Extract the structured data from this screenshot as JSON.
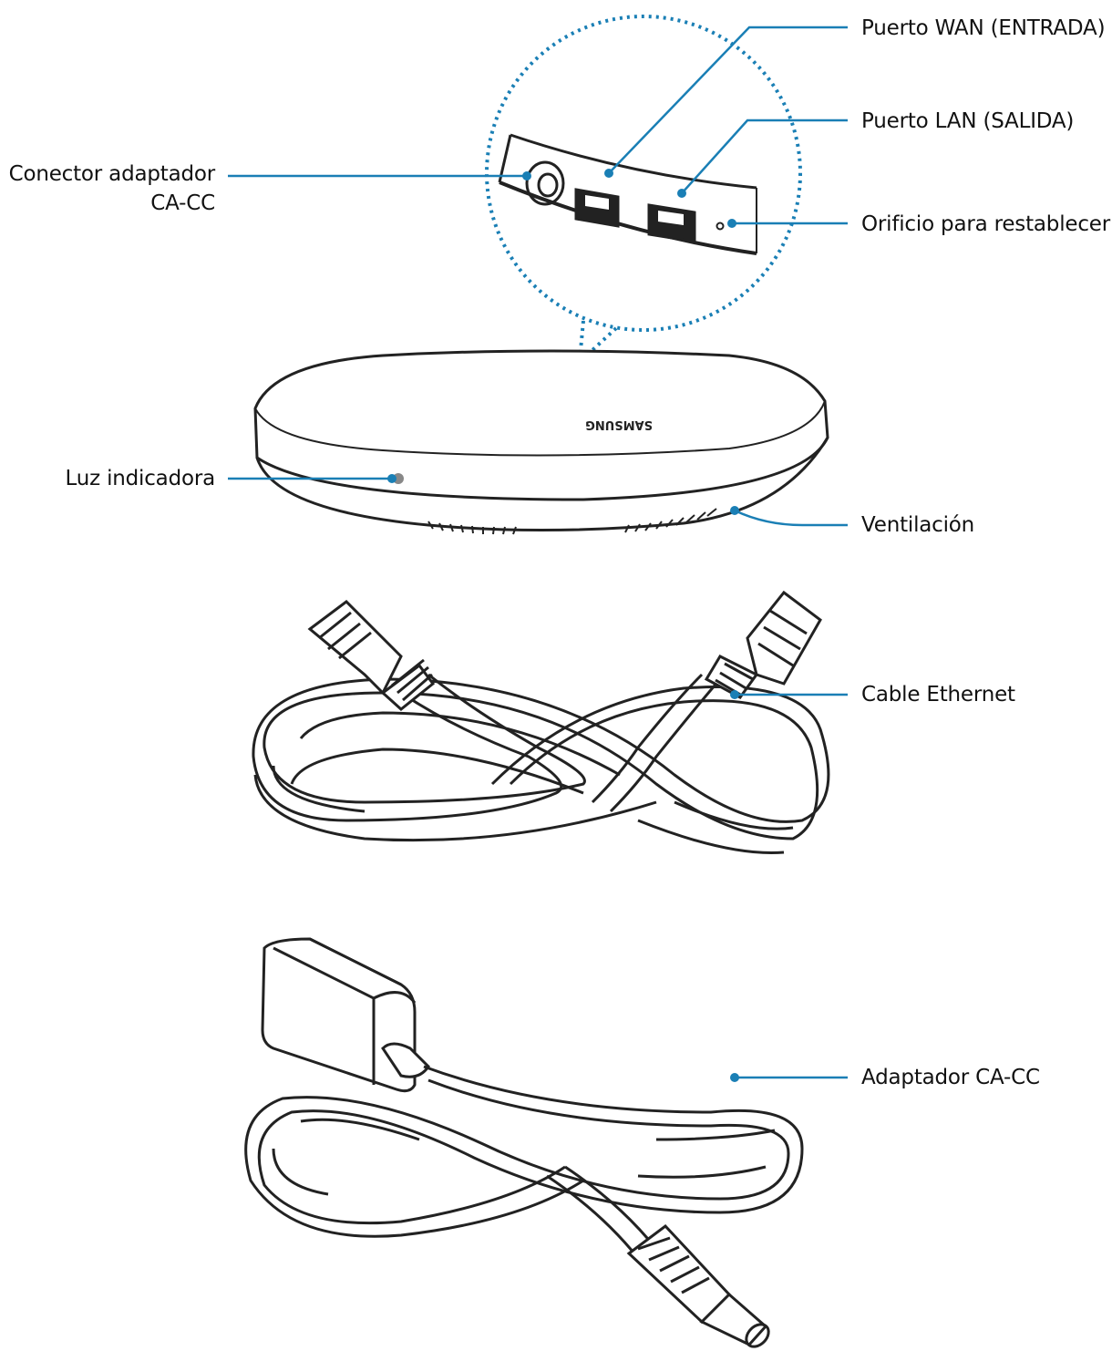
{
  "labels": {
    "wan_port": "Puerto WAN (ENTRADA)",
    "lan_port": "Puerto LAN (SALIDA)",
    "reset_hole": "Orificio para restablecer",
    "dc_connector_line1": "Conector adaptador",
    "dc_connector_line2": "CA-CC",
    "indicator_light": "Luz indicadora",
    "ventilation": "Ventilación",
    "ethernet_cable": "Cable Ethernet",
    "ac_dc_adapter": "Adaptador CA-CC"
  },
  "brand_mark": "SAMSUNG",
  "colors": {
    "callout": "#1a7fb5",
    "outline": "#222222",
    "indicator": "#888888"
  }
}
